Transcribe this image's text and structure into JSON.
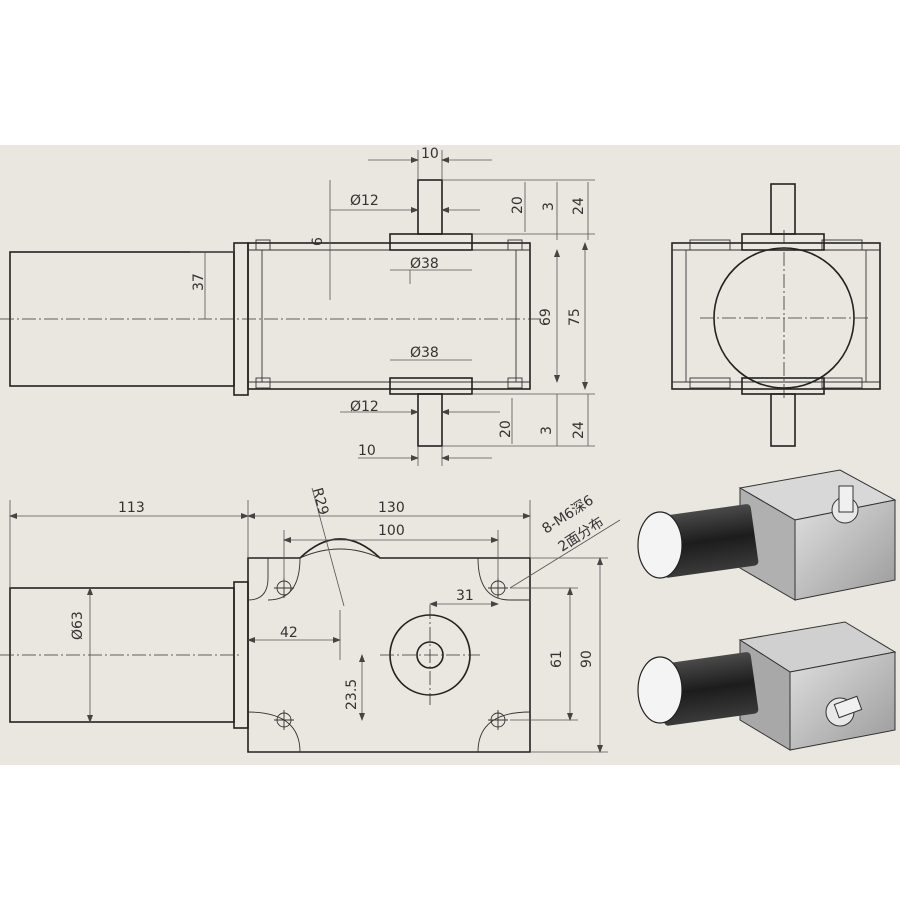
{
  "colors": {
    "sheet": "#e9e7df",
    "line": "#222222",
    "dimension": "#555555",
    "motor_body": "#2a2a2a",
    "gearbox_metal": "#b8b8b8"
  },
  "top_view": {
    "shaft_width": "10",
    "shaft_diameter_top": "Ø12",
    "shaft_diameter_bottom": "Ø12",
    "shaft_width_bottom": "10",
    "shaft_length_top": "20",
    "collar_height_top": "3",
    "shaft_total_top": "24",
    "shaft_length_bottom": "20",
    "collar_height_bottom": "3",
    "shaft_total_bottom": "24",
    "boss_diameter_top": "Ø38",
    "boss_diameter_bottom": "Ø38",
    "flange_thickness": "6",
    "inner_height": "69",
    "outer_height": "75",
    "motor_half_width": "37"
  },
  "front_view": {
    "motor_length": "113",
    "gearbox_length": "130",
    "hole_spacing_horizontal": "100",
    "corner_radius": "R29",
    "thread_note_line1": "8-M6深6",
    "thread_note_line2": "2面分布",
    "edge_offset": "31",
    "shaft_offset_x": "42",
    "hole_spacing_vertical": "61",
    "gearbox_height": "90",
    "shaft_offset_y": "23.5",
    "motor_diameter": "Ø63"
  }
}
